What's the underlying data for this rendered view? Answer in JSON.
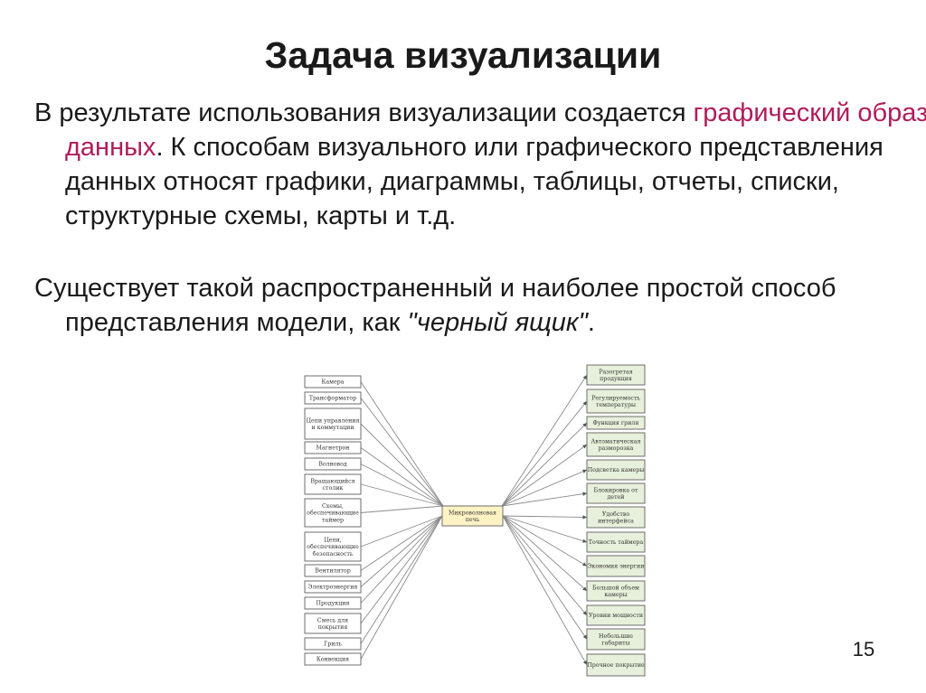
{
  "slide": {
    "title": "Задача визуализации",
    "p1_text1": "В результате использования визуализации создается ",
    "p1_highlight": "графический образ данных",
    "p1_text2": ". К способам визуального или графического представления данных относят графики, диаграммы, таблицы, отчеты, списки, структурные схемы, карты и т.д.",
    "p2_text1": "Существует такой распространенный и наиболее простой способ представления модели, как ",
    "p2_italic": "\"черный ящик\"",
    "p2_text2": ".",
    "page_number": "15",
    "highlight_color": "#b01c5b"
  },
  "diagram": {
    "center": "Микроволновая печь",
    "inputs": [
      "Камера",
      "Трансформатор",
      "Цепи управления и коммутации",
      "Магнетрон",
      "Волновод",
      "Вращающийся столик",
      "Схемы, обеспечивающие таймер",
      "Цепи, обеспечивающие безопасность",
      "Вентилятор",
      "Электроэнергия",
      "Продукция",
      "Смесь для покрытия",
      "Гриль",
      "Конвекция"
    ],
    "outputs": [
      "Разогретая продукция",
      "Регулируемость температуры",
      "Функция гриля",
      "Автоматическая разморозка",
      "Подсветка камеры",
      "Блокировка от детей",
      "Удобство интерфейса",
      "Точность таймера",
      "Экономия энергии",
      "Большой объем камеры",
      "Уровни мощности",
      "Небольшие габариты",
      "Прочное покрытие"
    ],
    "input_box_color": "#ffffff",
    "output_box_color": "#e6f0da",
    "center_box_color": "#fff3c4",
    "line_color": "#8a8a8a"
  }
}
